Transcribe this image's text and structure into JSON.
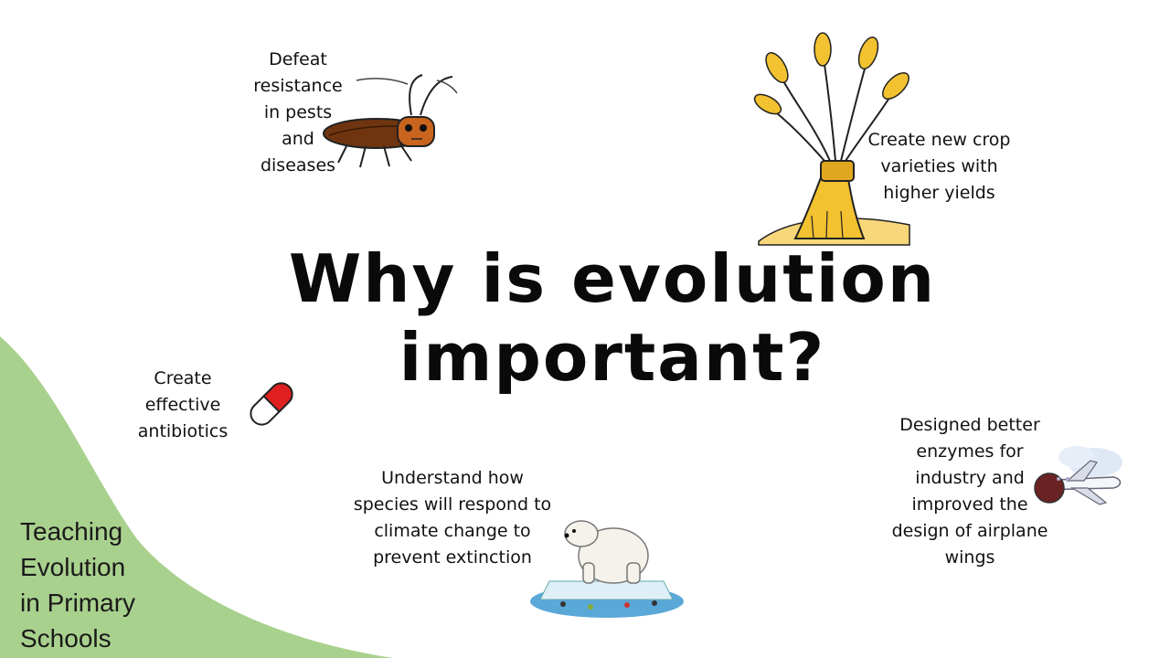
{
  "title": {
    "line1": "Why is evolution",
    "line2": "important?"
  },
  "captions": {
    "pests": "Defeat\nresistance\nin pests\nand\ndiseases",
    "crops": "Create new crop\nvarieties with\nhigher yields",
    "antibiotics": "Create\neffective\nantibiotics",
    "climate": "Understand how\nspecies will respond to\nclimate change to\nprevent extinction",
    "enzymes": "Designed better\nenzymes for\nindustry and\nimproved the\ndesign of airplane\nwings"
  },
  "footer": {
    "text": "Teaching\nEvolution\nin Primary\nSchools"
  },
  "colors": {
    "hill": "#a9d18e",
    "pill_red": "#e02020",
    "wheat": "#f2c230",
    "cockroach": "#7a3d12"
  },
  "icons": [
    "cockroach-icon",
    "wheat-sheaf-icon",
    "pill-icon",
    "polar-bear-icon",
    "airplane-icon"
  ]
}
